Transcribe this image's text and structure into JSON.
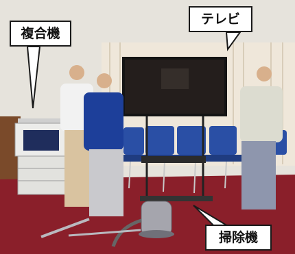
{
  "callouts": {
    "multifunction_printer": "複合機",
    "television": "テレビ",
    "vacuum_cleaner": "掃除機"
  },
  "colors": {
    "wall": "#e6e3dc",
    "carpet": "#8a1f2a",
    "chair_blue": "#2a4fa5",
    "tv_screen": "#241e1c",
    "callout_border": "#1a1a1a"
  }
}
